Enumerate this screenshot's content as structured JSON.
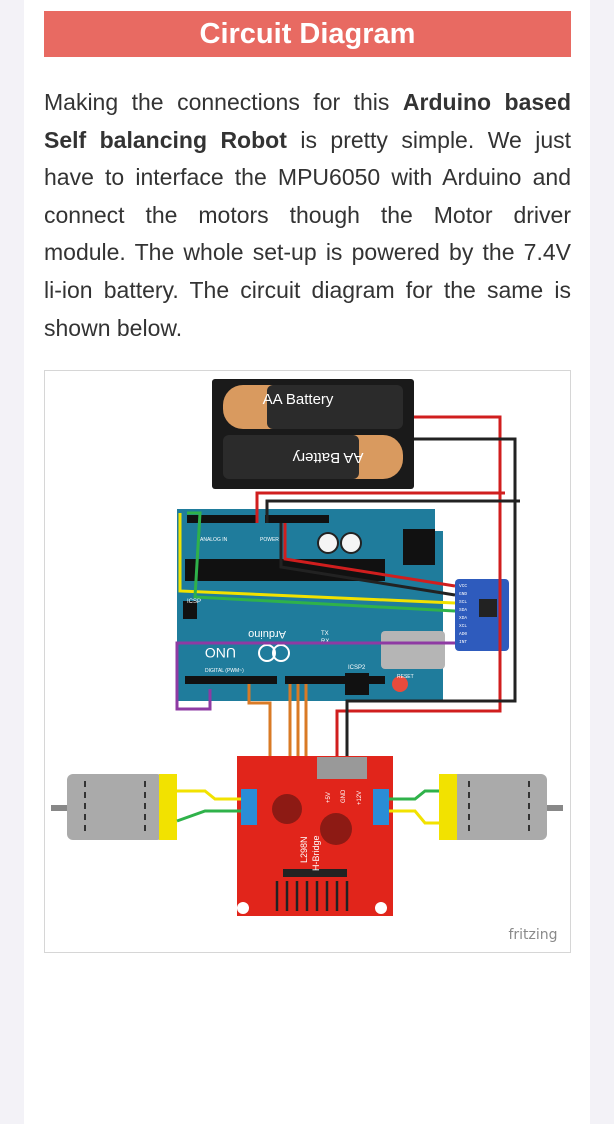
{
  "section": {
    "heading": "Circuit Diagram"
  },
  "article": {
    "intro": "Making the connections for this",
    "highlight": "Arduino based Self balancing Robot",
    "rest": "is pretty simple. We just have to interface the MPU6050 with Arduino and connect the motors though the Motor driver module. The whole set-up is powered by the 7.4V li-ion battery. The circuit diagram for the same is shown below."
  },
  "diagram": {
    "battery_top": "AA Battery",
    "battery_bottom": "AA Battery",
    "board_brand": "Arduino",
    "board_model": "UNO",
    "icsp": "ICSP",
    "icsp2": "ICSP2",
    "reset": "RESET",
    "tx": "TX",
    "rx": "RX",
    "analog_in": "ANALOG IN",
    "power": "POWER",
    "digital": "DIGITAL (PWM~)",
    "sensor_pins": [
      "VCC",
      "GND",
      "SCL",
      "SDA",
      "XDA",
      "XCL",
      "AD0",
      "INT"
    ],
    "driver_name": "L298N",
    "driver_sub": "H-Bridge",
    "driver_5v": "+5V",
    "driver_gnd": "GND",
    "driver_12v": "+12V",
    "watermark": "fritzing"
  }
}
